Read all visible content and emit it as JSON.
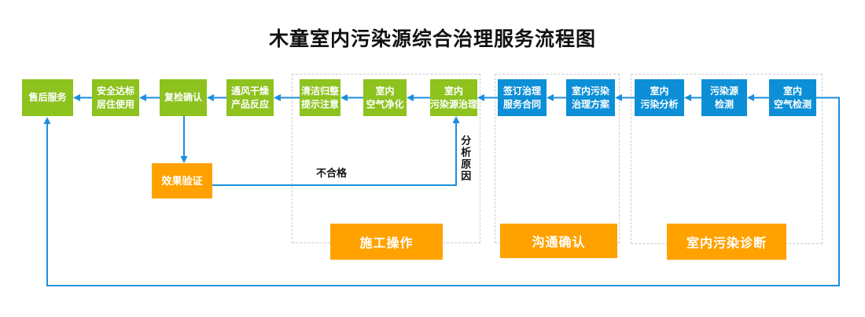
{
  "title": "木童室内污染源综合治理服务流程图",
  "colors": {
    "green": "#8dc21f",
    "blue": "#0c8fd6",
    "orange": "#ffa200",
    "line": "#1b8fdc",
    "dashed_border": "#cccccc"
  },
  "nodes": {
    "after_sales_service": "售后服务",
    "safety_compliance": "安全达标\n居住使用",
    "recheck_confirm": "复检确认",
    "ventilation_drying": "通风干燥\n产品反应",
    "cleanup_notice": "清洁归整\n提示注意",
    "indoor_air_purification": "室内\n空气净化",
    "pollution_source_treatment": "室内\n污染源治理",
    "sign_contract": "签订治理\n服务合同",
    "treatment_plan": "室内污染\n治理方案",
    "pollution_analysis": "室内\n污染分析",
    "pollution_source_testing": "污染源\n检测",
    "indoor_air_testing": "室内\n空气检测",
    "effect_verification": "效果验证"
  },
  "sections": {
    "construction": "施工操作",
    "communication": "沟通确认",
    "diagnosis": "室内污染诊断"
  },
  "edge_labels": {
    "unqualified": "不合格",
    "analyze_reason": "分析原因"
  }
}
